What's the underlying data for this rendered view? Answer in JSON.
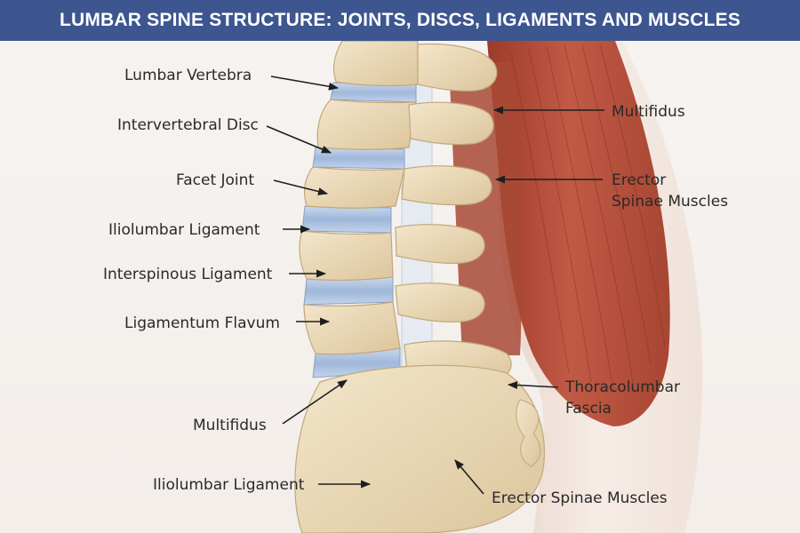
{
  "title": "LUMBAR SPINE STRUCTURE: JOINTS, DISCS, LIGAMENTS AND MUSCLES",
  "colors": {
    "banner": "#3d5690",
    "bone": "#ead8b4",
    "disc": "#a9c0de",
    "muscle": "#b04a35",
    "fascia": "#f1e4dc"
  },
  "labels": {
    "lumbar_vertebra": "Lumbar Vertebra",
    "intervertebral_disc": "Intervertebral Disc",
    "facet_joint": "Facet Joint",
    "iliolumbar_ligament_upper": "Iliolumbar Ligament",
    "interspinous_ligament": "Interspinous Ligament",
    "ligamentum_flavum": "Ligamentum Flavum",
    "multifidus_lower": "Multifidus",
    "iliolumbar_ligament_lower": "Iliolumbar Ligament",
    "multifidus_right": "Multifidus",
    "erector_spinae_line1": "Erector",
    "erector_spinae_line2": "Spinae Muscles",
    "thoracolumbar_line1": "Thoracolumbar",
    "thoracolumbar_line2": "Fascia",
    "erector_spinae_bottom": "Erector Spinae Muscles"
  }
}
